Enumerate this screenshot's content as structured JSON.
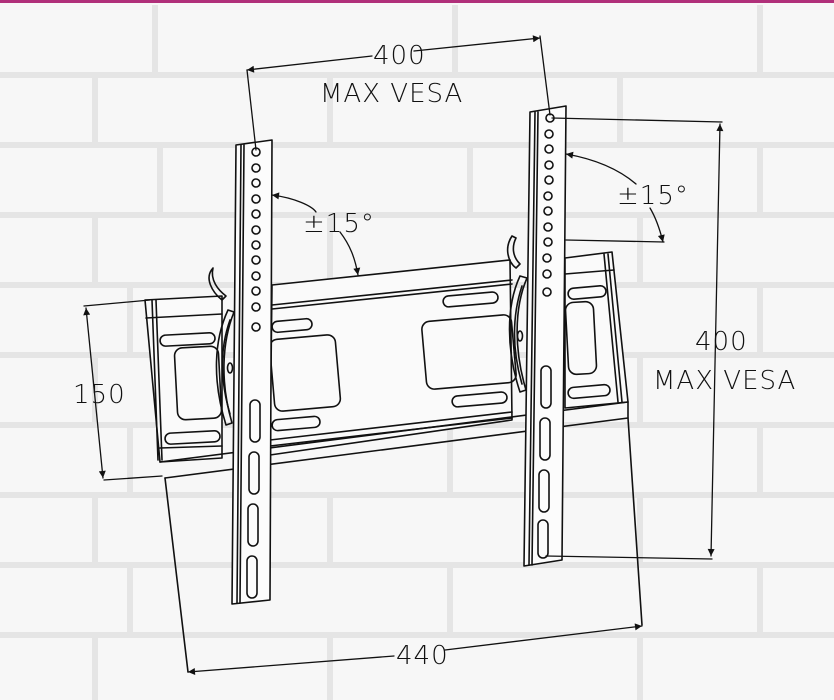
{
  "diagram": {
    "subject": "Tilting TV wall mount bracket",
    "colors": {
      "top_border": "#b0307a",
      "background": "#f7f7f7",
      "brick_mortar": "#e6e6e6",
      "line": "#111111"
    },
    "dimensions": {
      "top_width": {
        "value": "400",
        "label": "MAX VESA"
      },
      "right_height": {
        "value": "400",
        "label": "MAX VESA"
      },
      "left_height": {
        "value": "150"
      },
      "bottom_width": {
        "value": "440"
      },
      "tilt_left": {
        "value": "±15°"
      },
      "tilt_right": {
        "value": "±15°"
      }
    }
  }
}
